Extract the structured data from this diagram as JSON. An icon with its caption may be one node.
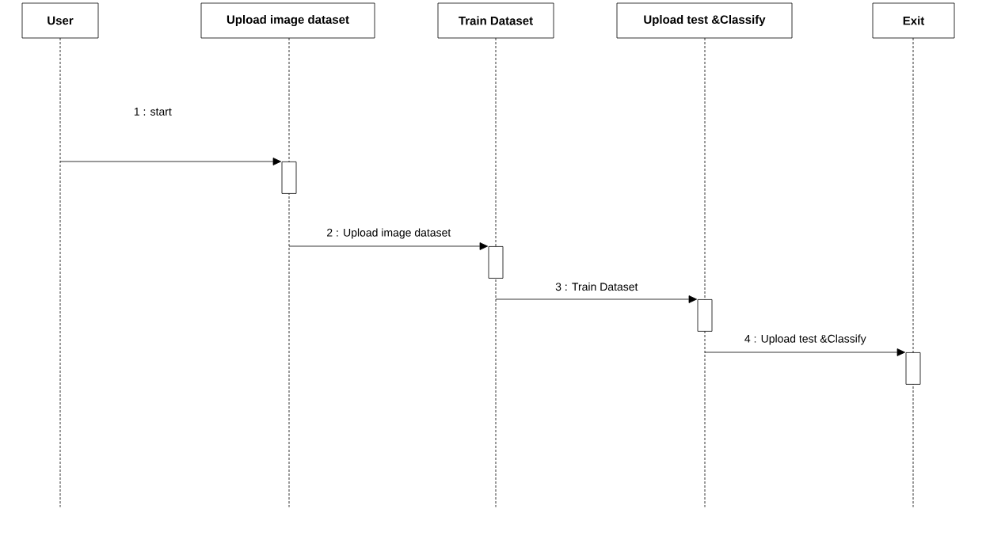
{
  "diagram": {
    "nodes": [
      {
        "text": [
          "User"
        ]
      },
      {
        "text": [
          "Upload image dataset"
        ]
      },
      {
        "text": [
          "Train Dataset"
        ]
      },
      {
        "text": [
          "Upload test &Classify"
        ]
      },
      {
        "text": [
          "Exit"
        ]
      },
      {
        "text": [],
        "shape": "line"
      },
      {
        "text": [],
        "shape": "line"
      },
      {
        "text": [],
        "shape": "line"
      },
      {
        "text": [],
        "shape": "line"
      },
      {
        "text": [],
        "shape": "line"
      },
      {
        "text": [],
        "shape": "bar"
      },
      {
        "text": [],
        "shape": "bar"
      },
      {
        "text": [],
        "shape": "bar"
      },
      {
        "text": [],
        "shape": "bar"
      }
    ],
    "edges": [
      {
        "from": 5,
        "to": 10,
        "arrow": "to",
        "label": "1 : start"
      },
      {
        "from": 6,
        "to": 11,
        "arrow": "to",
        "label": "2 : Upload image dataset"
      },
      {
        "from": 7,
        "to": 12,
        "arrow": "to",
        "label": "3 : Train Dataset"
      },
      {
        "from": 8,
        "to": 13,
        "arrow": "to",
        "label": "4 : Upload test &Classify"
      }
    ]
  }
}
